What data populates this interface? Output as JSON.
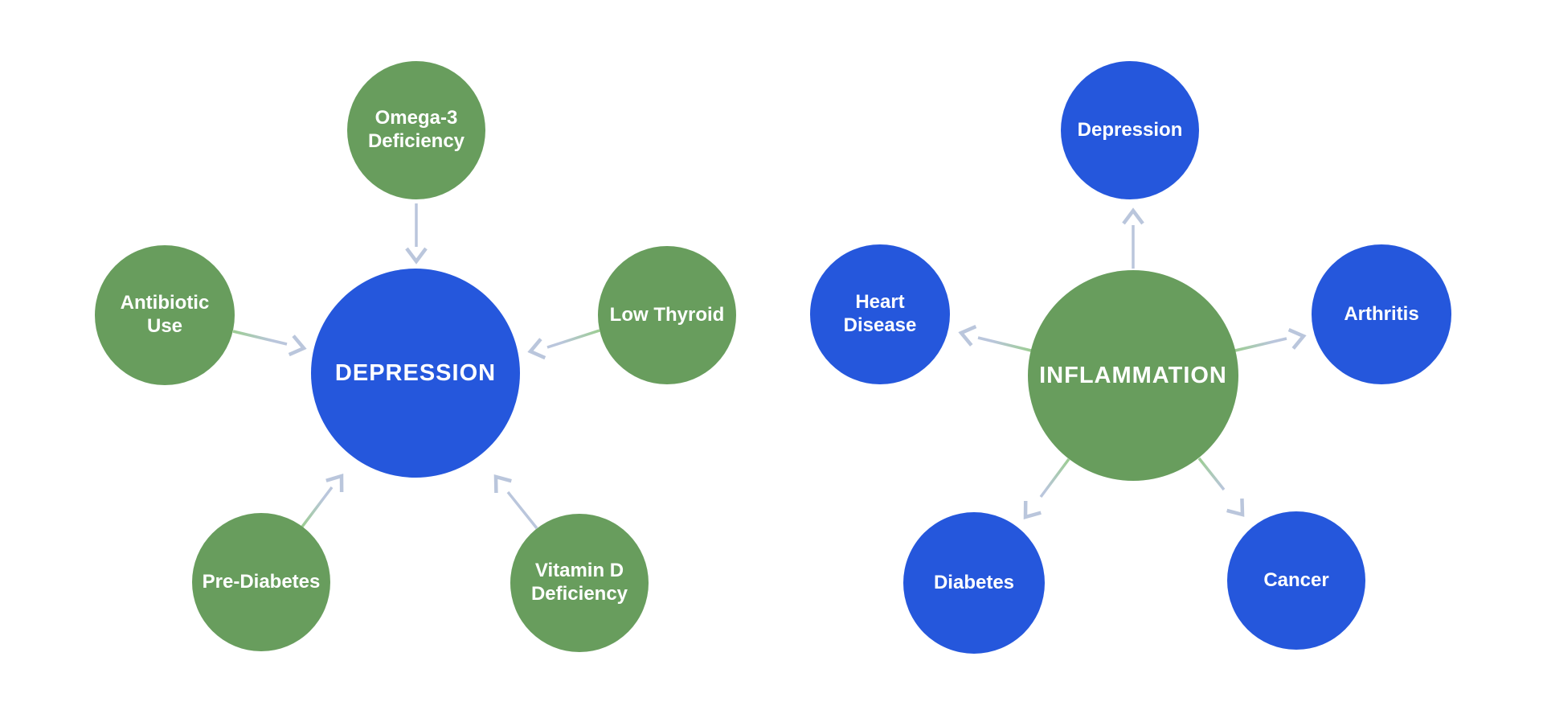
{
  "colors": {
    "node_green": "#689D5D",
    "node_blue": "#2557DC",
    "arrow_line": "#BAC6DC",
    "arrow_line_green": "#9CCD92",
    "label_text": "#FFFFFF",
    "background": "#FFFFFF"
  },
  "diagrams": [
    {
      "name": "depression-causes",
      "arrow_direction": "inward",
      "center": {
        "label": "DEPRESSION",
        "color": "#2557DC"
      },
      "satellite_color": "#689D5D",
      "satellites": [
        {
          "label": "Omega-3 Deficiency",
          "lines": [
            "Omega-3",
            "Deficiency"
          ],
          "position": "top"
        },
        {
          "label": "Antibiotic Use",
          "lines": [
            "Antibiotic",
            "Use"
          ],
          "position": "left"
        },
        {
          "label": "Low Thyroid",
          "lines": [
            "Low Thyroid"
          ],
          "position": "right"
        },
        {
          "label": "Pre-Diabetes",
          "lines": [
            "Pre-Diabetes"
          ],
          "position": "bottom-left"
        },
        {
          "label": "Vitamin D Deficiency",
          "lines": [
            "Vitamin D",
            "Deficiency"
          ],
          "position": "bottom-right"
        }
      ]
    },
    {
      "name": "inflammation-effects",
      "arrow_direction": "outward",
      "center": {
        "label": "INFLAMMATION",
        "color": "#689D5D"
      },
      "satellite_color": "#2557DC",
      "satellites": [
        {
          "label": "Depression",
          "lines": [
            "Depression"
          ],
          "position": "top"
        },
        {
          "label": "Heart Disease",
          "lines": [
            "Heart",
            "Disease"
          ],
          "position": "left"
        },
        {
          "label": "Arthritis",
          "lines": [
            "Arthritis"
          ],
          "position": "right"
        },
        {
          "label": "Diabetes",
          "lines": [
            "Diabetes"
          ],
          "position": "bottom-left"
        },
        {
          "label": "Cancer",
          "lines": [
            "Cancer"
          ],
          "position": "bottom-right"
        }
      ]
    }
  ]
}
